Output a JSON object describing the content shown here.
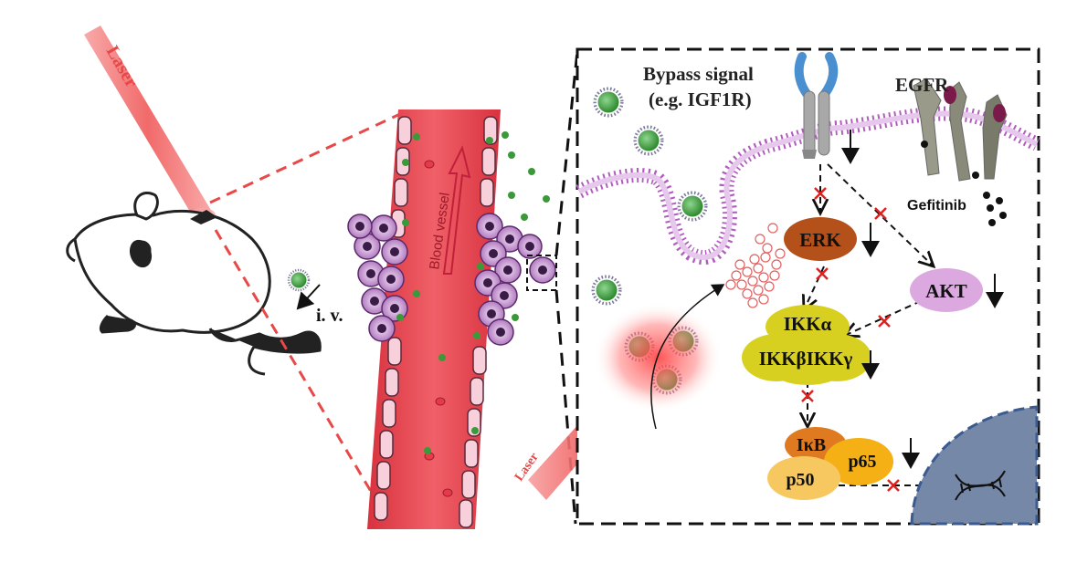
{
  "labels": {
    "laser_top": "Laser",
    "laser_bottom": "Laser",
    "injection": "i. v.",
    "blood_vessel": "Blood vessel",
    "bypass_line1": "Bypass signal",
    "bypass_line2": "(e.g. IGF1R)",
    "egfr": "EGFR",
    "gefitinib": "Gefitinib",
    "erk": "ERK",
    "akt": "AKT",
    "ikka": "IKKα",
    "ikkbg": "IKKβIKKγ",
    "ikb": "IκB",
    "p65": "p65",
    "p50": "p50"
  },
  "colors": {
    "laser": "#f05a5a",
    "vessel": "#e8424e",
    "nanoparticle": "#3a9a3a",
    "membrane": "#b35cc0",
    "erk": "#b4501a",
    "akt": "#dca8e0",
    "ikk": "#d8d020",
    "ikb": "#e07a20",
    "p65": "#f4b014",
    "p50": "#f8c860",
    "nucleus": "#7688a8",
    "block": "#e02020"
  }
}
